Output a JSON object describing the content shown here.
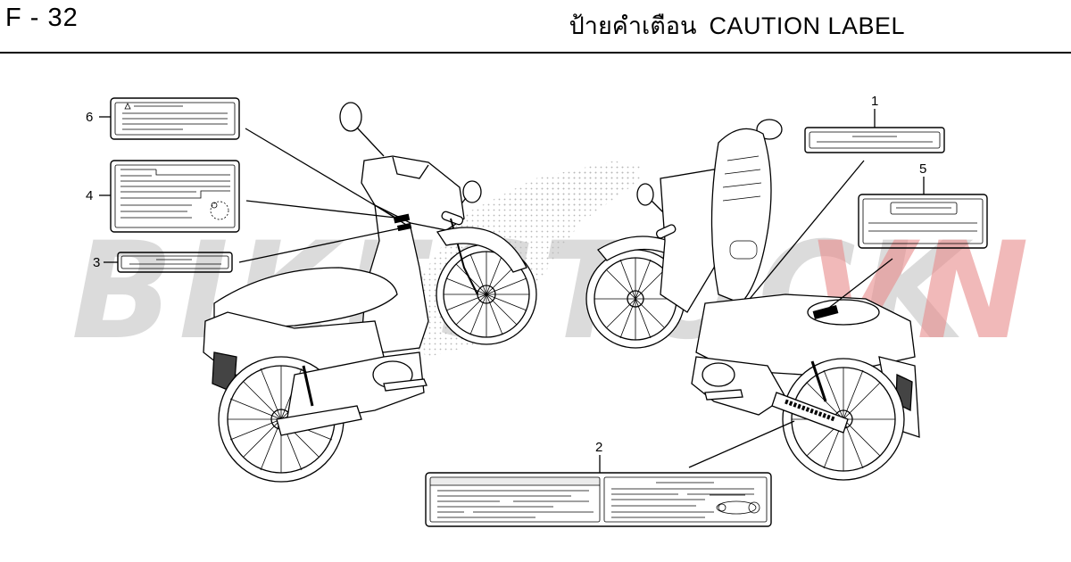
{
  "header": {
    "code": "F - 32",
    "title_thai": "ป้ายคำเตือน",
    "title_en": "CAUTION LABEL"
  },
  "callouts": [
    {
      "id": "callout-1",
      "number": "1"
    },
    {
      "id": "callout-2",
      "number": "2"
    },
    {
      "id": "callout-3",
      "number": "3"
    },
    {
      "id": "callout-4",
      "number": "4"
    },
    {
      "id": "callout-5",
      "number": "5"
    },
    {
      "id": "callout-6",
      "number": "6"
    }
  ],
  "watermark": {
    "text_part1": "BIKESTOCK",
    "text_part2": "VN",
    "color_gray": "#bdbdbd",
    "color_red": "#e88a8a"
  },
  "colors": {
    "line": "#000000",
    "background": "#ffffff"
  }
}
